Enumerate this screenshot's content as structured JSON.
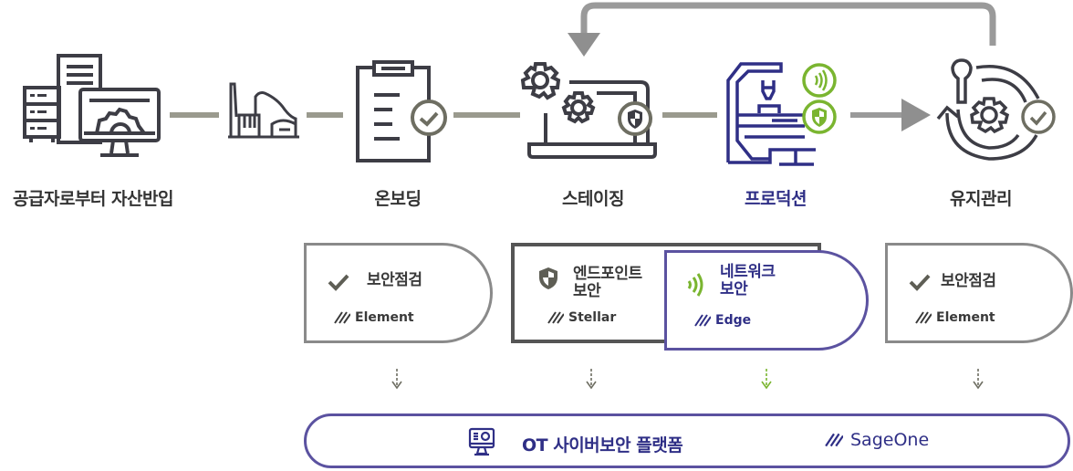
{
  "stages": [
    {
      "id": "supply",
      "label": "공급자로부터 자산반입"
    },
    {
      "id": "onboarding",
      "label": "온보딩"
    },
    {
      "id": "staging",
      "label": "스테이징"
    },
    {
      "id": "production",
      "label": "프로덕션"
    },
    {
      "id": "maintenance",
      "label": "유지관리"
    }
  ],
  "cards": {
    "onboarding": {
      "title": "보안점검",
      "product": "Element",
      "icon": "check-icon"
    },
    "staging": {
      "title_line1": "엔드포인트",
      "title_line2": "보안",
      "product": "Stellar",
      "icon": "shield-icon"
    },
    "production": {
      "title_line1": "네트워크",
      "title_line2": "보안",
      "product": "Edge",
      "icon": "wireless-signal-icon"
    },
    "maintenance": {
      "title": "보안점검",
      "product": "Element",
      "icon": "check-icon"
    }
  },
  "platform": {
    "title": "OT 사이버보안 플랫폼",
    "product": "SageOne",
    "icon": "monitor-dashboard-icon"
  },
  "colors": {
    "connector_gray": "#9a9a9a",
    "icon_dark": "#3d3d45",
    "accent_navy": "#2f2f86",
    "accent_purple": "#5b52a0",
    "accent_green": "#7ab530",
    "badge_olive": "#6e6e62"
  }
}
